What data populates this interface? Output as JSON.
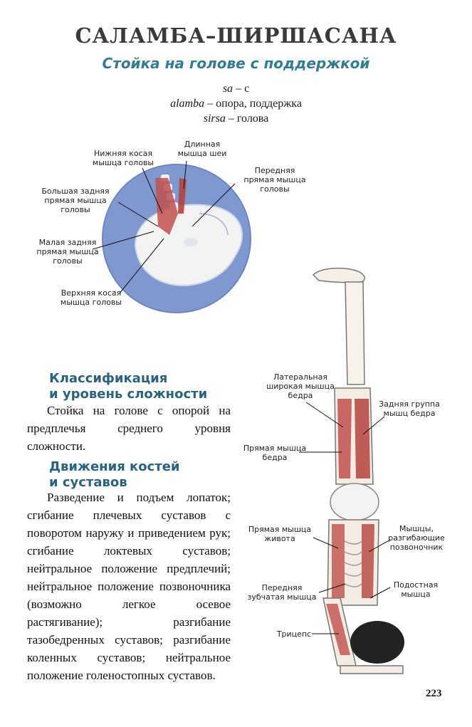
{
  "title": "САЛАМБА–ШИРШАСАНА",
  "subtitle": "Стойка на голове с поддержкой",
  "etymology": [
    {
      "term": "sa",
      "meaning": "– с"
    },
    {
      "term": "alamba",
      "meaning": "– опора, поддержка"
    },
    {
      "term": "sirsa",
      "meaning": "– голова"
    }
  ],
  "head_labels": {
    "inferior_oblique": "Нижняя косая мышца головы",
    "longus_colli": "Длинная мышца шеи",
    "rectus_anterior": "Передняя прямая мышца головы",
    "rectus_major": "Большая задняя прямая мышца головы",
    "rectus_minor": "Малая задняя прямая мышца головы",
    "superior_oblique": "Верхняя косая мышца головы"
  },
  "body_labels": {
    "vastus_lateralis": "Латеральная широкая мышца бедра",
    "hamstrings": "Задняя группа мышц бедра",
    "rectus_femoris": "Прямая мышца бедра",
    "rectus_abdominis": "Прямая мышца живота",
    "erector_spinae": "Мышцы, разгибающие позвоночник",
    "infraspinatus": "Подостная мышца",
    "serratus_anterior": "Передняя зубчатая мышца",
    "triceps": "Трицепс"
  },
  "section1": {
    "heading_line1": "Классификация",
    "heading_line2": "и уровень сложности",
    "text": "Стойка на голове с опорой на предплечья среднего уровня сложности."
  },
  "section2": {
    "heading_line1": "Движения костей",
    "heading_line2": "и суставов",
    "text": "Разведение и подъем лопаток; сгибание плечевых суставов с поворотом наружу и приведением рук; сгибание локтевых суставов; нейтральное положение предплечий; нейтральное положение позвоночника (возможно легкое осевое растягивание); разгибание тазобедренных суставов; разгибание коленных суставов; нейтральное положение голеностопных суставов."
  },
  "page_number": "223",
  "colors": {
    "title": "#3a3a3a",
    "subtitle": "#2e7d95",
    "heading": "#2a6380",
    "circle": "#7f98cf",
    "muscle": "#c0504d"
  }
}
